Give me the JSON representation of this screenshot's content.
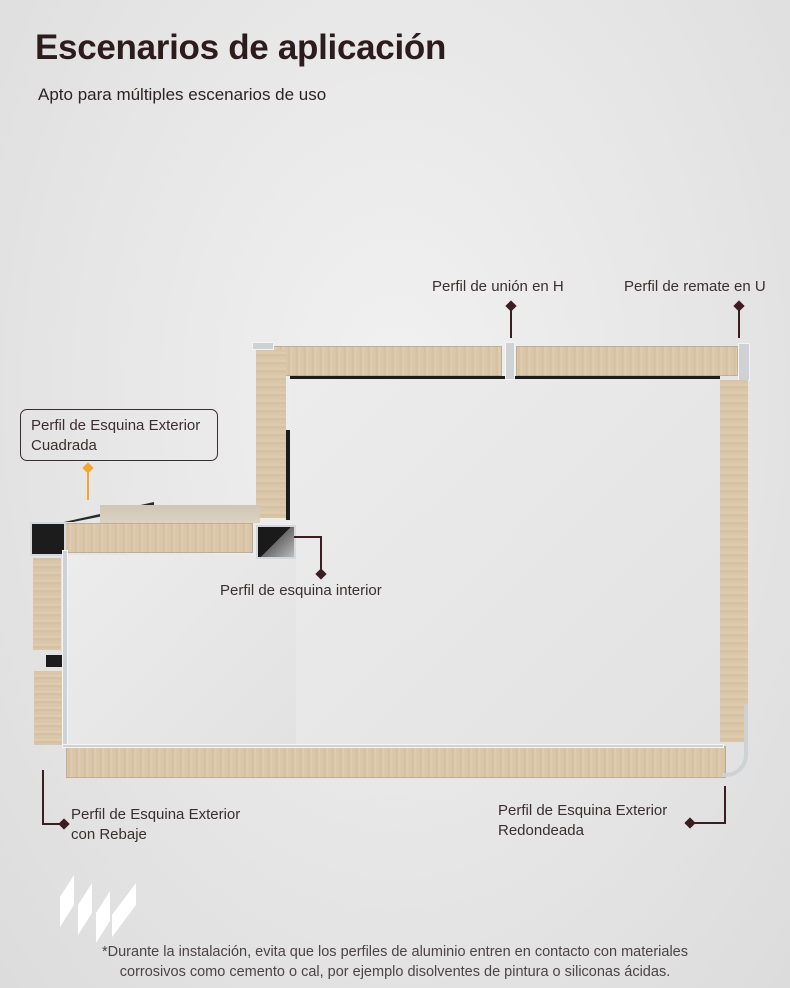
{
  "header": {
    "title": "Escenarios de aplicación",
    "subtitle": "Apto para múltiples escenarios de uso"
  },
  "callouts": {
    "h_joint": "Perfil de unión en H",
    "u_trim": "Perfil de remate en U",
    "square_outer_corner": [
      "Perfil de Esquina Exterior",
      "Cuadrada"
    ],
    "inner_corner": "Perfil de esquina interior",
    "recessed_outer_corner": [
      "Perfil de Esquina Exterior",
      "con Rebaje"
    ],
    "rounded_outer_corner": [
      "Perfil de Esquina Exterior",
      "Redondeada"
    ]
  },
  "colors": {
    "title": "#2d1c1e",
    "callout_line": "#3a1e22",
    "highlight_line": "#f0a830",
    "wood": "#dcc9ad",
    "aluminum": "#cfd2d4"
  },
  "footer": {
    "note_line1": "*Durante la instalación, evita que los perfiles de aluminio entren en contacto con materiales",
    "note_line2": "corrosivos como cemento o cal, por ejemplo disolventes de pintura o siliconas ácidas."
  }
}
